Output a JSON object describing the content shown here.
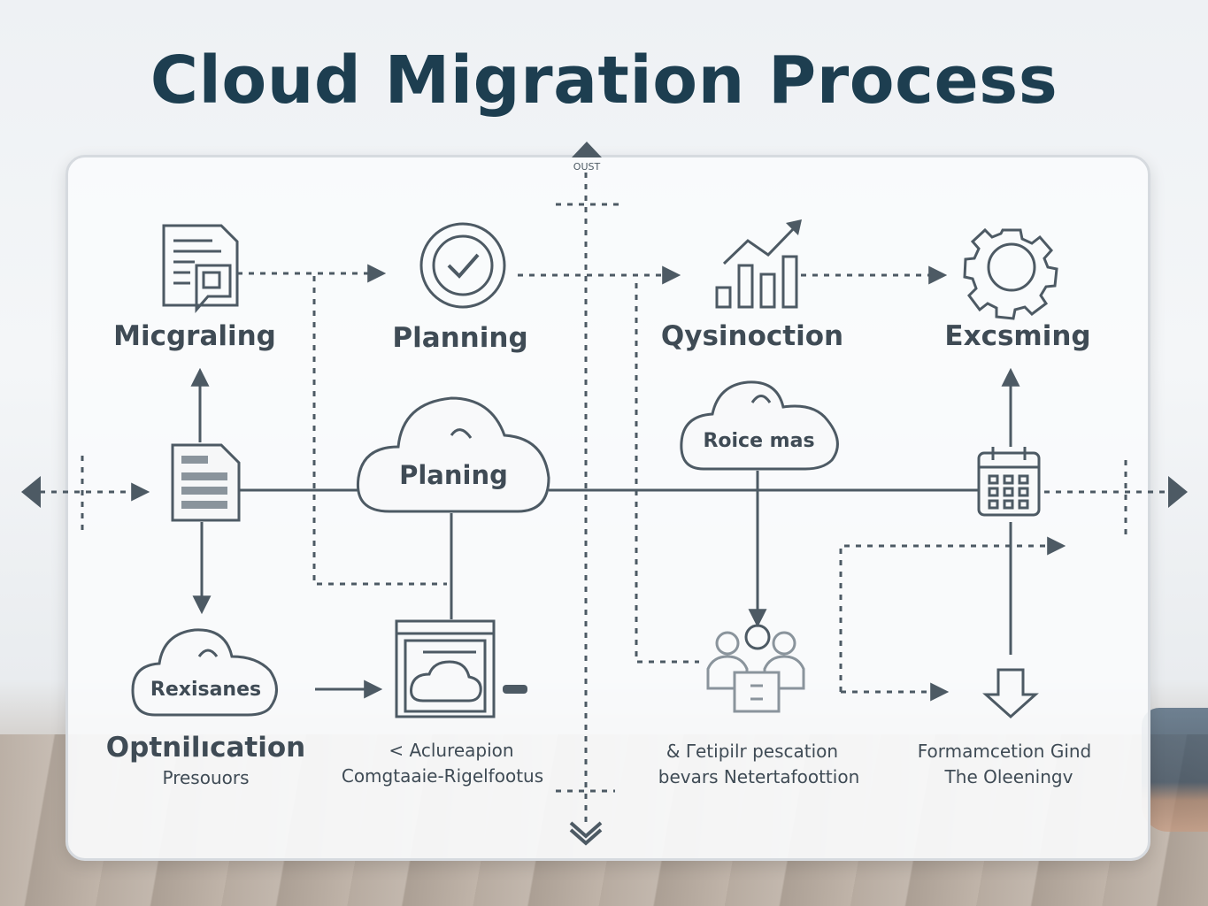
{
  "title": "Cloud Migration Process",
  "top_tag": "OUST",
  "labels": {
    "migrating": "Micgraling",
    "planning": "Planning",
    "qysinoction": "Qysinoction",
    "excsming": "Excsming",
    "cloud_center": "Planing",
    "cloud_right": "Roice mas",
    "cloud_left": "Rexisanes",
    "optimization": "Optnilıcation",
    "optimization_sub": "Presouors",
    "center_line1": "< Aclureapion",
    "center_line2": "Comgtaaie-Rigelfootus",
    "right_line1": "& Γetipilr pescation",
    "right_line2": "bevars Netertafoottion",
    "far_right_line1": "Formamcetion Gind",
    "far_right_line2": "The Oleeningv"
  },
  "icons": [
    "document-icon",
    "checkmark-circle-icon",
    "bar-chart-trend-icon",
    "gear-icon",
    "file-list-icon",
    "cloud-icon",
    "calendar-icon",
    "window-cloud-icon",
    "team-icon",
    "download-arrow-icon"
  ],
  "colors": {
    "title": "#1d3e50",
    "stroke": "#4d5a64",
    "text": "#3f4b55"
  }
}
